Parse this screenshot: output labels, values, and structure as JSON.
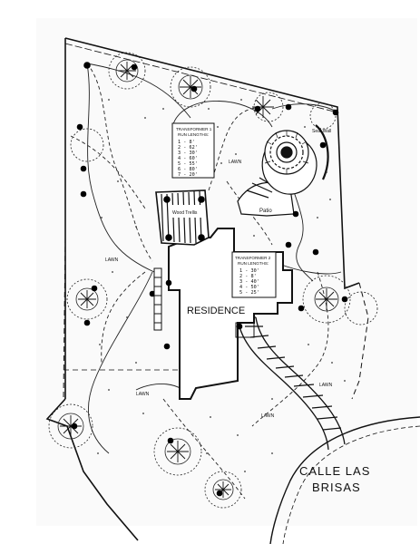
{
  "labels": {
    "residence": "RESIDENCE",
    "street_line1": "CALLE LAS",
    "street_line2": "BRISAS",
    "lawn": "LAWN",
    "patio": "Patio",
    "seat_wall": "Seat Wall",
    "wood_trellis": "Wood Trellis"
  },
  "transformer1": {
    "title_line1": "TRANSFORMER 1",
    "title_line2": "RUN LENGTHS:",
    "runs": [
      "1 -  8'",
      "2 -  62'",
      "3 -  30'",
      "4 -  60'",
      "5 -  55'",
      "6 -  80'",
      "7 -  20'"
    ]
  },
  "transformer2": {
    "title_line1": "TRANSFORMER 2",
    "title_line2": "RUN LENGTHS:",
    "runs": [
      "1 -  30'",
      "2 -  8'",
      "3 -  40'",
      "4 -  50'",
      "5 -  25'"
    ]
  },
  "colors": {
    "ink": "#111111",
    "paper": "#ffffff",
    "fixture": "#000000"
  },
  "icons": {
    "fixture": "filled-circle-light-fixture",
    "tree": "tree-canopy-symbol",
    "shrub": "star-shrub-symbol"
  }
}
